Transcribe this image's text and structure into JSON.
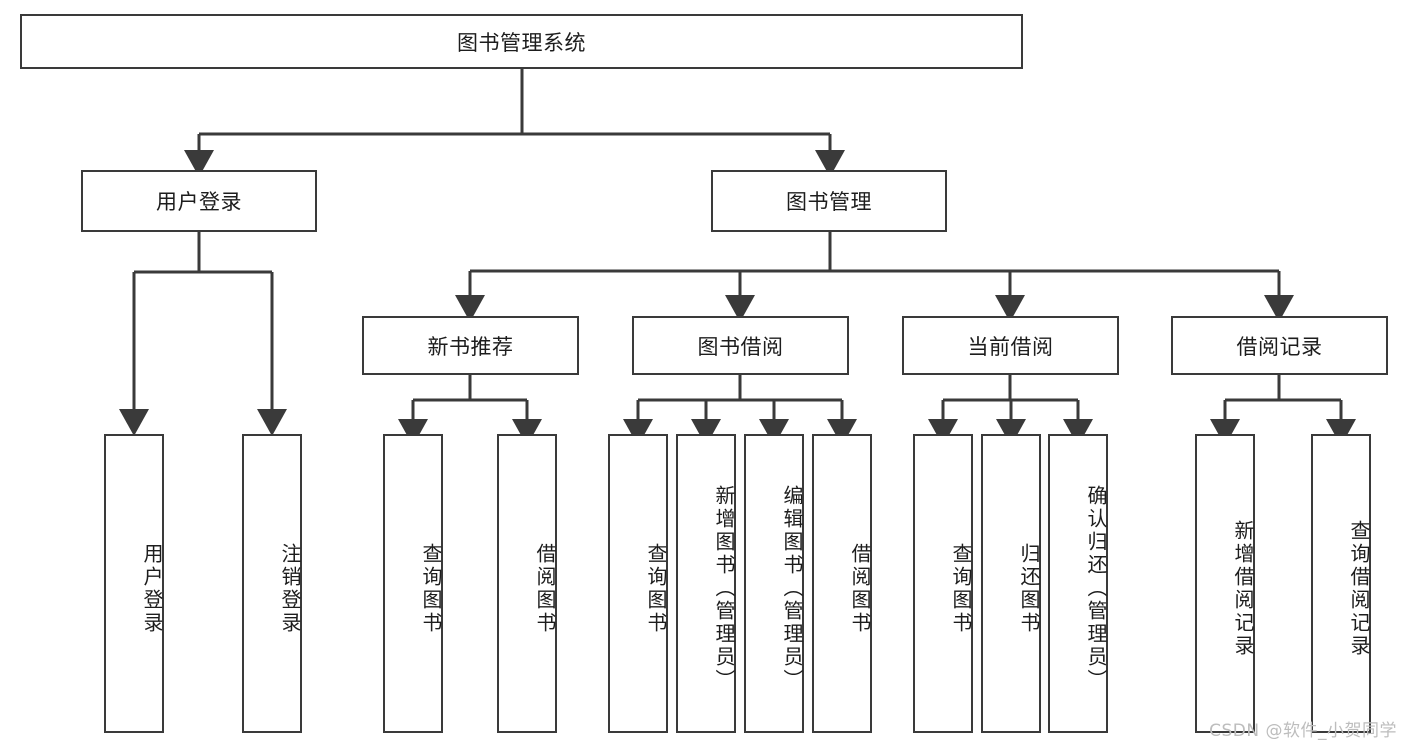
{
  "diagram": {
    "title": "图书管理系统",
    "type": "hierarchy-tree",
    "colors": {
      "box_border": "#3a3a3a",
      "box_fill": "#ffffff",
      "connector": "#3a3a3a",
      "text": "#1d1d1d",
      "watermark": "#bdbdbd"
    }
  },
  "root": {
    "label": "图书管理系统"
  },
  "level2": [
    {
      "label": "用户登录"
    },
    {
      "label": "图书管理"
    }
  ],
  "level3": [
    {
      "label": "新书推荐"
    },
    {
      "label": "图书借阅"
    },
    {
      "label": "当前借阅"
    },
    {
      "label": "借阅记录"
    }
  ],
  "leaves": {
    "user_login": [
      {
        "label": "用户登录"
      },
      {
        "label": "注销登录"
      }
    ],
    "new_book_recommend": [
      {
        "label": "查询图书"
      },
      {
        "label": "借阅图书"
      }
    ],
    "book_borrow": [
      {
        "label": "查询图书"
      },
      {
        "label": "新增图书（管理员）"
      },
      {
        "label": "编辑图书（管理员）"
      },
      {
        "label": "借阅图书"
      }
    ],
    "current_borrow": [
      {
        "label": "查询图书"
      },
      {
        "label": "归还图书"
      },
      {
        "label": "确认归还（管理员）"
      }
    ],
    "borrow_record": [
      {
        "label": "新增借阅记录"
      },
      {
        "label": "查询借阅记录"
      }
    ]
  },
  "watermark": {
    "text": "CSDN @软件_小贺同学"
  }
}
